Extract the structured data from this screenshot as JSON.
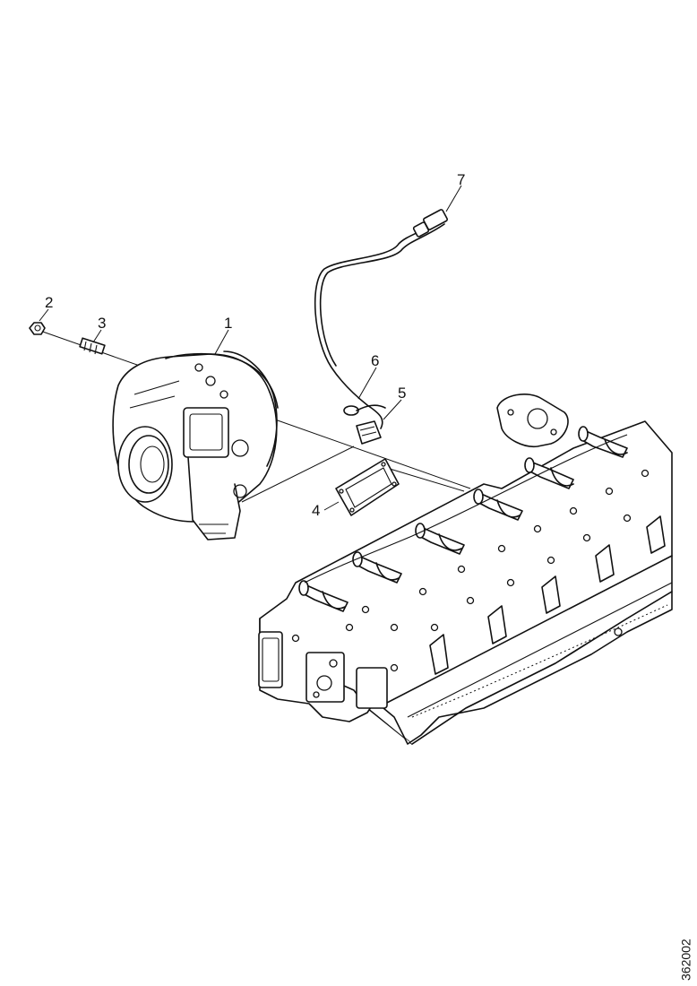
{
  "callouts": {
    "c1": "1",
    "c2": "2",
    "c3": "3",
    "c4": "4",
    "c5": "5",
    "c6": "6",
    "c7": "7"
  },
  "reference_id": "362002"
}
